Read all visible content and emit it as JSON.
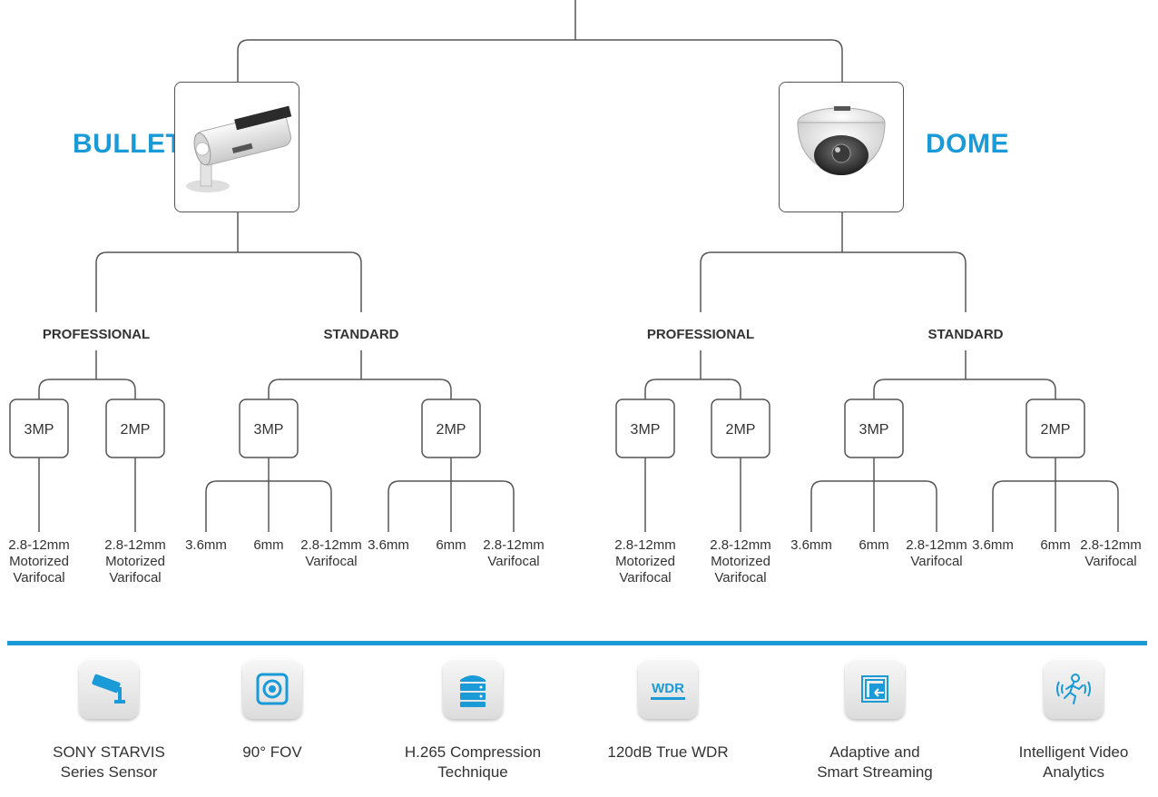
{
  "diagram": {
    "categories": [
      {
        "name": "BULLET",
        "image": "bullet-camera-image"
      },
      {
        "name": "DOME",
        "image": "dome-camera-image"
      }
    ],
    "product_lines": [
      "PROFESSIONAL",
      "STANDARD"
    ],
    "resolutions": [
      "3MP",
      "2MP"
    ],
    "lens_options": {
      "professional": "2.8-12mm\nMotorized\nVarifocal",
      "fixed_1": "3.6mm",
      "fixed_2": "6mm",
      "varifocal": "2.8-12mm\nVarifocal"
    }
  },
  "features": [
    {
      "icon": "cctv-camera-icon",
      "label": "SONY STARVIS\nSeries Sensor"
    },
    {
      "icon": "fov-target-icon",
      "label": "90° FOV"
    },
    {
      "icon": "storage-server-icon",
      "label": "H.265 Compression\nTechnique"
    },
    {
      "icon": "wdr-icon",
      "icon_text": "WDR",
      "label": "120dB True WDR"
    },
    {
      "icon": "streaming-window-icon",
      "label": "Adaptive and\nSmart Streaming"
    },
    {
      "icon": "running-person-icon",
      "label": "Intelligent Video\nAnalytics"
    }
  ],
  "colors": {
    "accent": "#1a9ad6",
    "line": "#555555",
    "text": "#333333"
  }
}
